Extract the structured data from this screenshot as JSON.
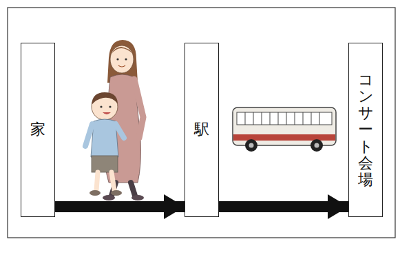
{
  "diagram": {
    "nodes": [
      {
        "text": [
          "家"
        ]
      },
      {
        "text": [
          "駅"
        ]
      },
      {
        "text": [
          "コンサート会場"
        ]
      }
    ],
    "edges": [
      {
        "from": 0,
        "to": 1,
        "arrow": "to"
      },
      {
        "from": 1,
        "to": 2,
        "arrow": "to"
      }
    ]
  }
}
